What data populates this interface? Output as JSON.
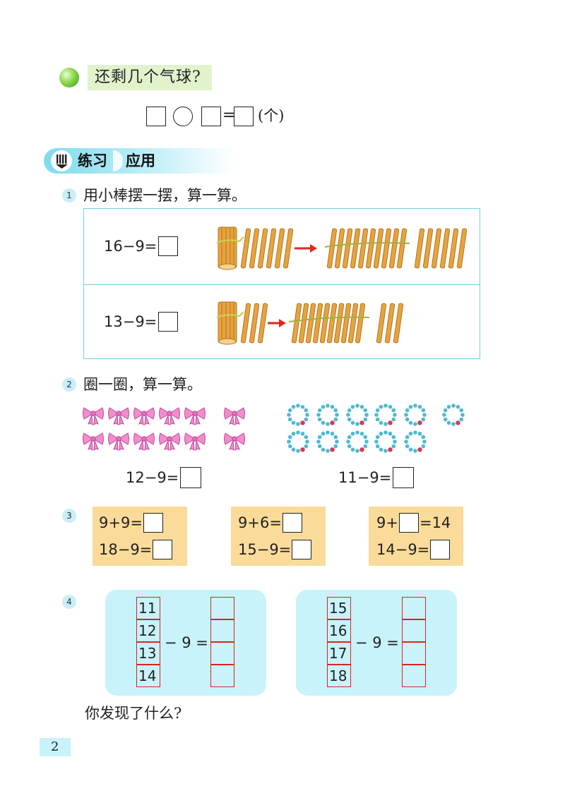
{
  "balloon_section": {
    "question": "还剩几个气球?",
    "equation_eq": "=",
    "equation_unit": "(个)"
  },
  "section_header": {
    "word1": "练习",
    "word2": "应用"
  },
  "exercise1": {
    "number": "1",
    "instruction": "用小棒摆一摆，算一算。",
    "rows": [
      {
        "expr": "16−9="
      },
      {
        "expr": "13−9="
      }
    ]
  },
  "exercise2": {
    "number": "2",
    "instruction": "圈一圈，算一算。",
    "left_expr": "12−9=",
    "right_expr": "11−9="
  },
  "exercise3": {
    "number": "3",
    "cards": [
      {
        "line1": "9+9=",
        "line2": "18−9="
      },
      {
        "line1": "9+6=",
        "line2": "15−9="
      },
      {
        "line1_pre": "9+",
        "line1_post": "=14",
        "line2": "14−9="
      }
    ]
  },
  "exercise4": {
    "number": "4",
    "left_numbers": [
      "11",
      "12",
      "13",
      "14"
    ],
    "right_numbers": [
      "15",
      "16",
      "17",
      "18"
    ],
    "operation": "− 9 =",
    "question": "你发现了什么?"
  },
  "page_number": "2",
  "colors": {
    "highlight_green": "#e2f3cc",
    "section_cyan": "#7fdbee",
    "card_yellow": "#fbdb9a",
    "card_cyan": "#c8f3fb",
    "cell_red": "#d7261e",
    "stick_orange": "#e7a33f",
    "arrow_red": "#e3261c",
    "bow_pink": "#f08ecb",
    "bead_cyan": "#4fb9d3"
  }
}
